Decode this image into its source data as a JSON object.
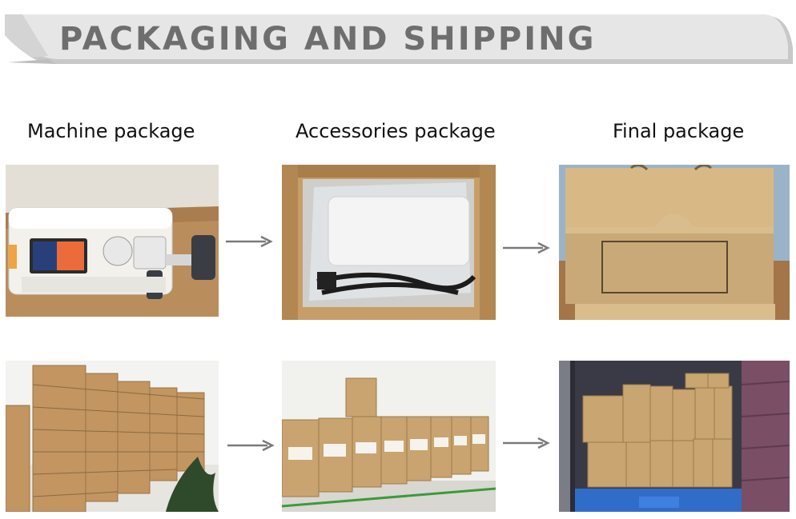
{
  "header": {
    "title": "PACKAGING AND SHIPPING"
  },
  "captions": {
    "machine": "Machine package",
    "accessories": "Accessories package",
    "final": "Final package"
  },
  "colors": {
    "banner": "#e6e6e6",
    "banner_shadow": "#c8c8c8",
    "title": "#6e6e6e",
    "cardboard": "#c9a978",
    "arrow": "#7a7a7a"
  }
}
